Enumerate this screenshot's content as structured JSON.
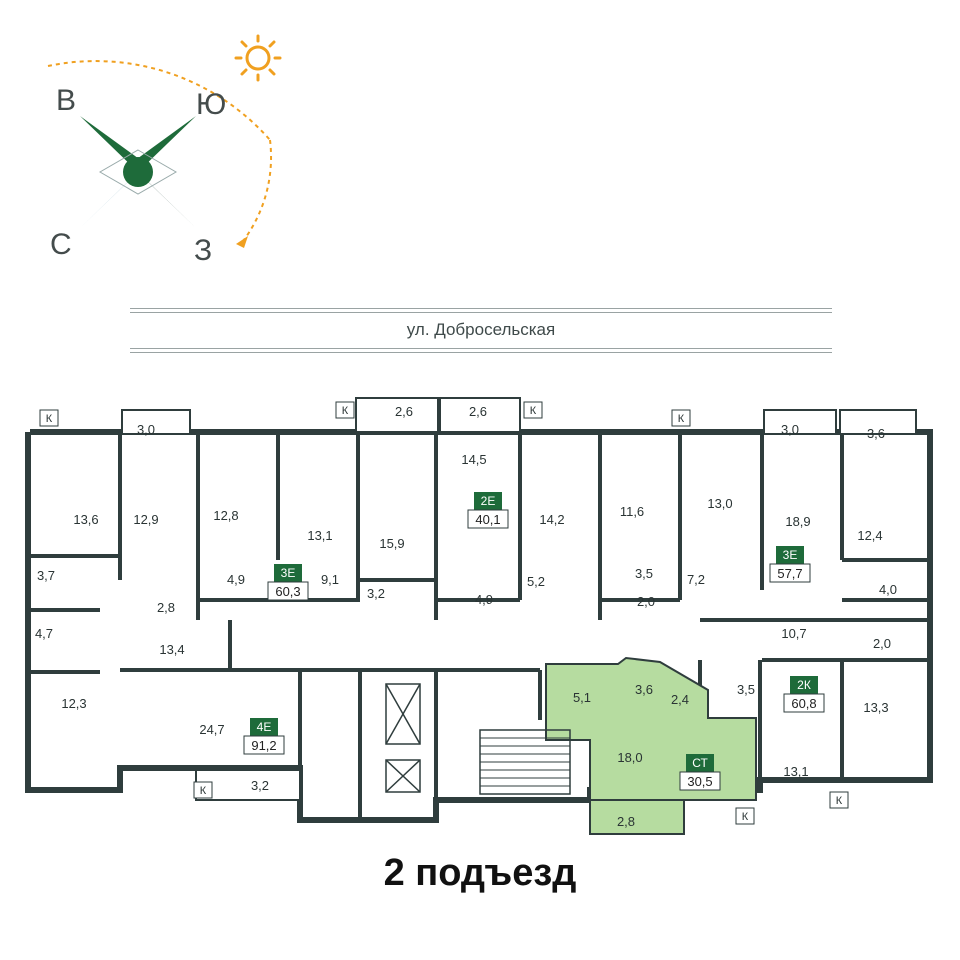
{
  "compass": {
    "west": "В",
    "south": "Ю",
    "north": "С",
    "east": "З"
  },
  "street": {
    "label": "ул. Добросельская"
  },
  "title": "2 подъезд",
  "colors": {
    "wall": "#2f3d3d",
    "accent_green": "#1e6b3a",
    "highlight_green": "#b6dca0",
    "sun": "#f0a020"
  },
  "apartments": [
    {
      "type": "3Е",
      "total": "60,3"
    },
    {
      "type": "4Е",
      "total": "91,2"
    },
    {
      "type": "2Е",
      "total": "40,1"
    },
    {
      "type": "3Е",
      "total": "57,7"
    },
    {
      "type": "2К",
      "total": "60,8"
    },
    {
      "type": "СТ",
      "total": "30,5"
    }
  ],
  "room_areas": [
    "3,0",
    "13,6",
    "12,9",
    "12,8",
    "13,1",
    "15,9",
    "2,6",
    "2,6",
    "14,5",
    "14,2",
    "11,6",
    "13,0",
    "3,0",
    "3,6",
    "18,9",
    "12,4",
    "3,7",
    "2,8",
    "4,9",
    "9,1",
    "3,2",
    "4,9",
    "5,2",
    "3,5",
    "2,0",
    "7,2",
    "4,0",
    "4,7",
    "13,4",
    "10,7",
    "2,0",
    "12,3",
    "24,7",
    "5,1",
    "3,6",
    "2,4",
    "3,5",
    "13,3",
    "18,0",
    "13,1",
    "3,2",
    "2,8"
  ],
  "balcony_marker": "К"
}
